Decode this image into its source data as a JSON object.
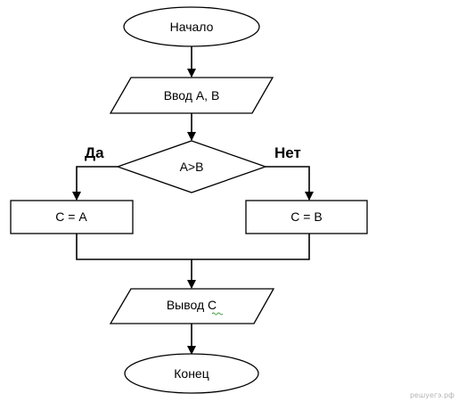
{
  "flowchart": {
    "start": {
      "label": "Начало"
    },
    "input": {
      "label": "Ввод А, В"
    },
    "decision": {
      "condition": "A>B",
      "yes_label": "Да",
      "no_label": "Нет"
    },
    "assign_yes": {
      "label": "С = А"
    },
    "assign_no": {
      "label": "С = В"
    },
    "output": {
      "label": "Вывод С"
    },
    "end": {
      "label": "Конец"
    }
  },
  "watermark": "решуегэ.рф",
  "colors": {
    "stroke": "#000000",
    "background": "#ffffff",
    "spellcheck_squiggle": "#3a9a3a",
    "watermark": "#b5b5b5"
  }
}
